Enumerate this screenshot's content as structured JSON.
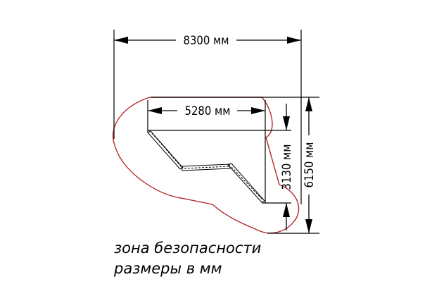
{
  "dimensions": {
    "overall_width": "8300 мм",
    "inner_width": "5280 мм",
    "inner_depth": "3130 мм",
    "overall_depth": "6150 мм"
  },
  "legend": {
    "line1": "зона безопасности",
    "line2": "размеры в мм"
  },
  "colors": {
    "safety_zone": "#b3282d",
    "linework": "#000000",
    "background": "#ffffff"
  }
}
